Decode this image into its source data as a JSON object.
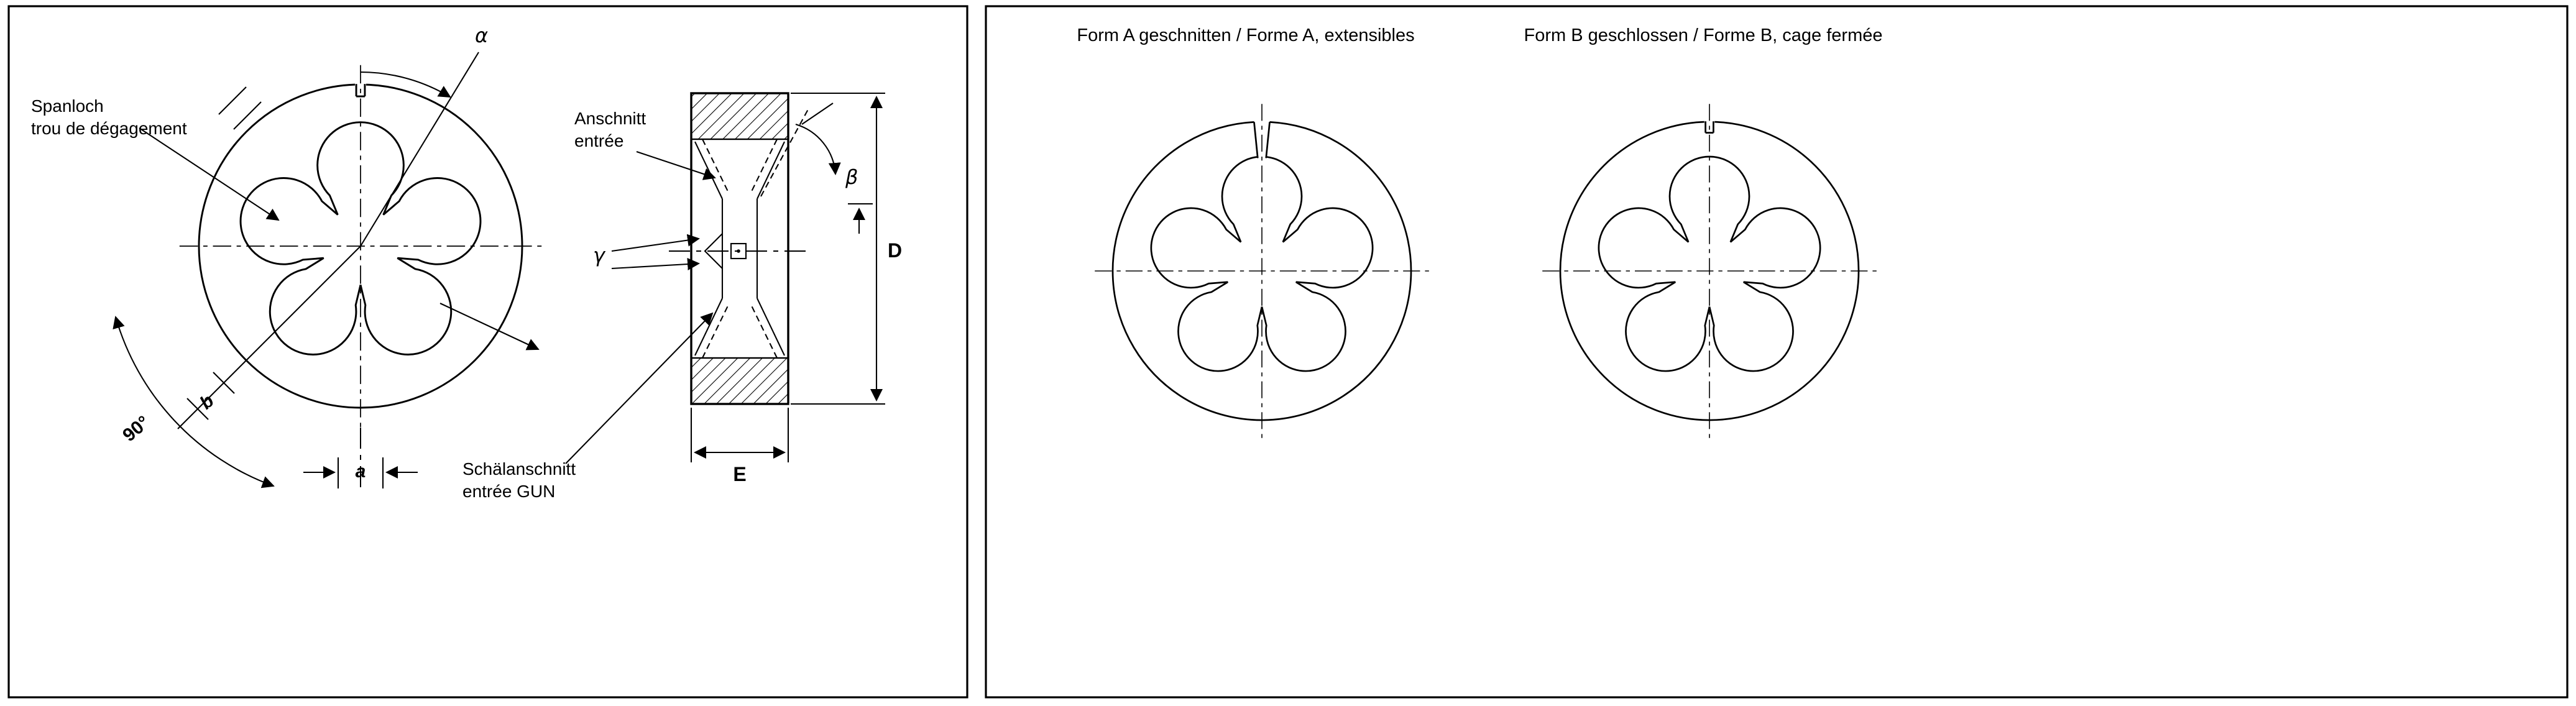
{
  "colors": {
    "line": "#000000",
    "background": "#ffffff"
  },
  "left": {
    "labels": {
      "spanloch_line1": "Spanloch",
      "spanloch_line2": "trou de dégagement",
      "alpha": "α",
      "angle90": "90°",
      "b": "b",
      "a": "a",
      "anschnitt_line1": "Anschnitt",
      "anschnitt_line2": "entrée",
      "beta": "β",
      "gamma": "γ",
      "schael_line1": "Schälanschnitt",
      "schael_line2": "entrée GUN",
      "d": "D",
      "e": "E"
    }
  },
  "right": {
    "form_a_title": "Form A geschnitten / Forme A, extensibles",
    "form_b_title": "Form B geschlossen / Forme B, cage fermée"
  }
}
